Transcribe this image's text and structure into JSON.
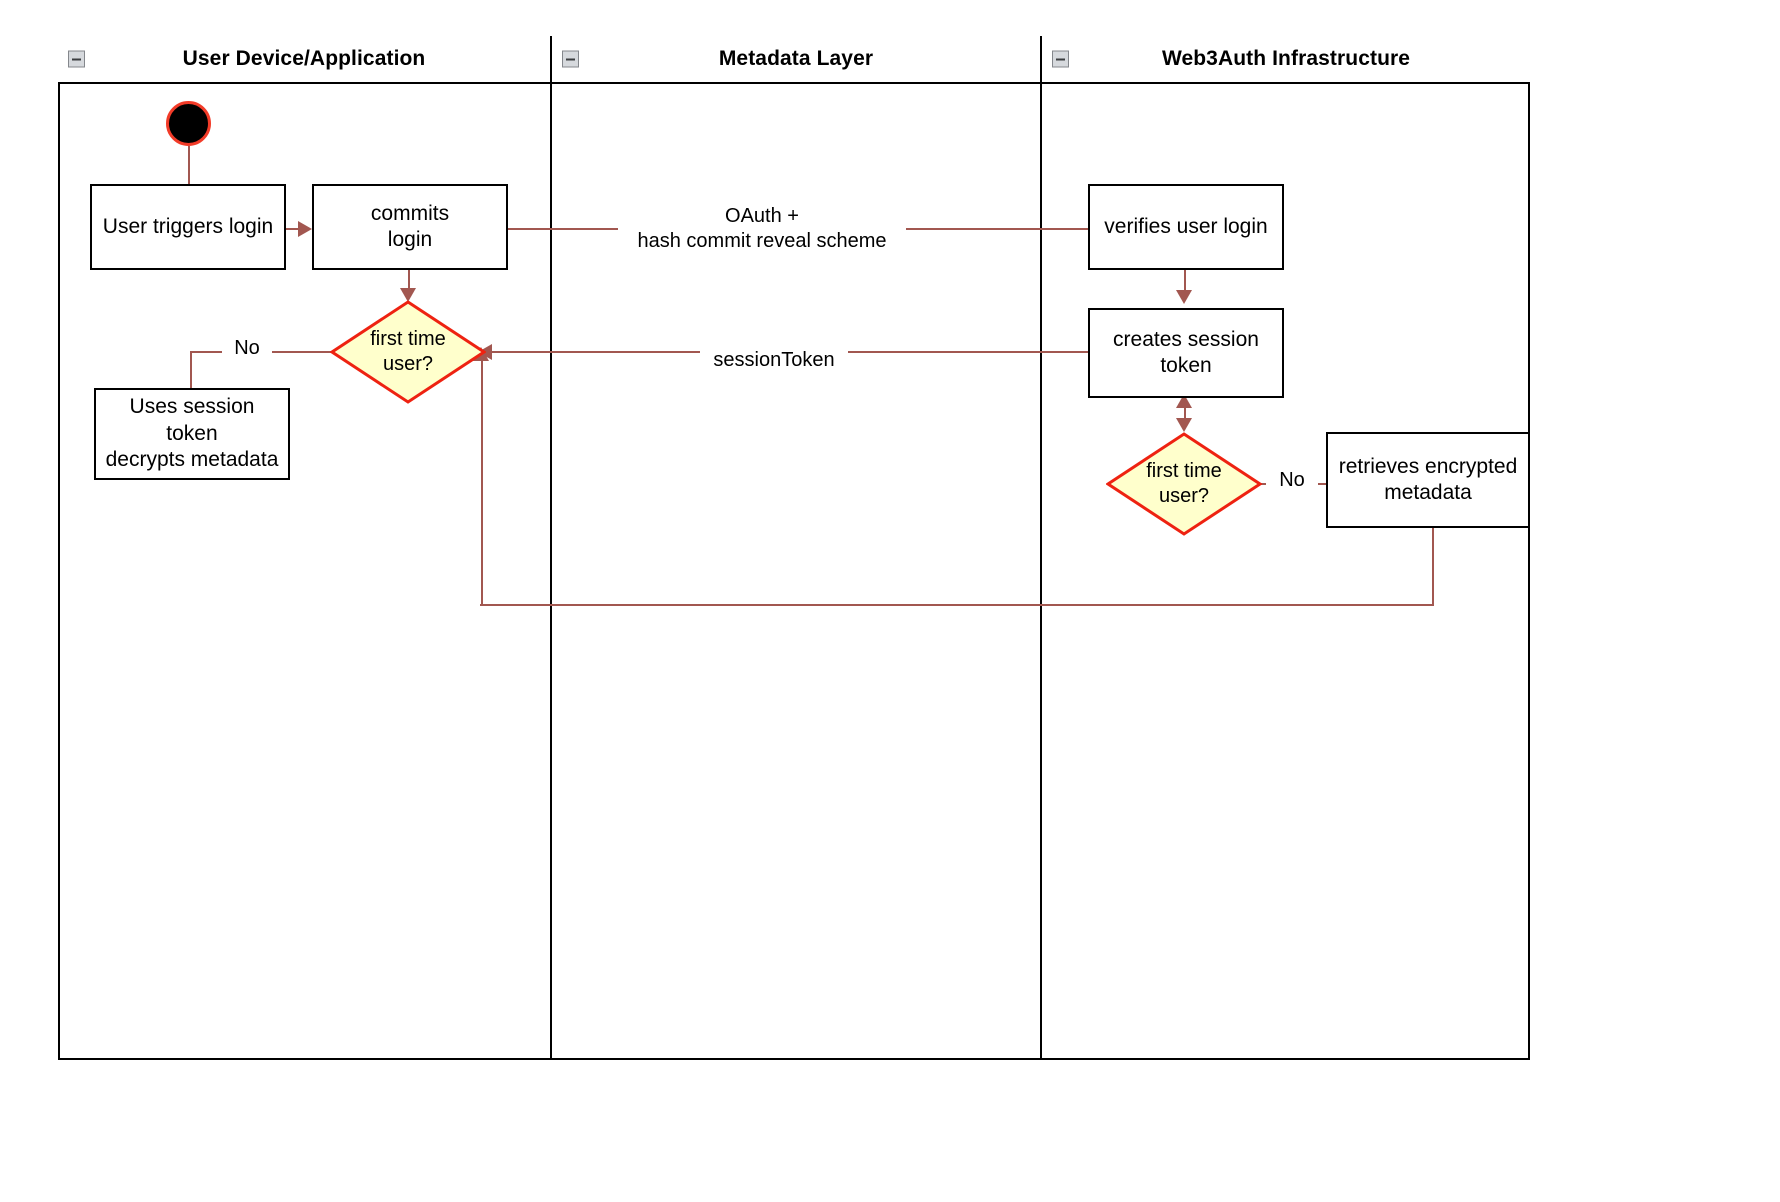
{
  "diagram": {
    "kind": "uml-activity-swimlane",
    "colors": {
      "lane_border": "#000000",
      "node_border": "#000000",
      "node_fill": "#ffffff",
      "decision_fill": "#ffffcc",
      "decision_border": "#ee2211",
      "connector": "#a25750",
      "start_ring": "#f23b28",
      "start_fill": "#000000",
      "collapse_icon_fill": "#d6d9dd"
    },
    "lanes": [
      {
        "id": "user-device",
        "title": "User Device/Application",
        "collapse_icon": "collapse-minus-icon"
      },
      {
        "id": "metadata-layer",
        "title": "Metadata Layer",
        "collapse_icon": "collapse-minus-icon"
      },
      {
        "id": "web3auth",
        "title": "Web3Auth Infrastructure",
        "collapse_icon": "collapse-minus-icon"
      }
    ],
    "nodes": {
      "start": {
        "type": "initial-node",
        "label": ""
      },
      "user_triggers_login": {
        "type": "action",
        "label": "User triggers login"
      },
      "commits_login": {
        "type": "action",
        "label": "commits\nlogin"
      },
      "decision_left": {
        "type": "decision",
        "label": "first time\nuser?"
      },
      "uses_session_token": {
        "type": "action",
        "label": "Uses session\ntoken\ndecrypts metadata"
      },
      "verifies_user_login": {
        "type": "action",
        "label": "verifies user login"
      },
      "creates_session_token": {
        "type": "action",
        "label": "creates session\ntoken"
      },
      "decision_right": {
        "type": "decision",
        "label": "first time\nuser?"
      },
      "retrieves_encrypted_metadata": {
        "type": "action",
        "label": "retrieves encrypted\nmetadata"
      }
    },
    "edge_labels": {
      "oauth": "OAuth +\nhash commit reveal scheme",
      "session_token": "sessionToken",
      "no_left": "No",
      "no_right": "No"
    }
  }
}
